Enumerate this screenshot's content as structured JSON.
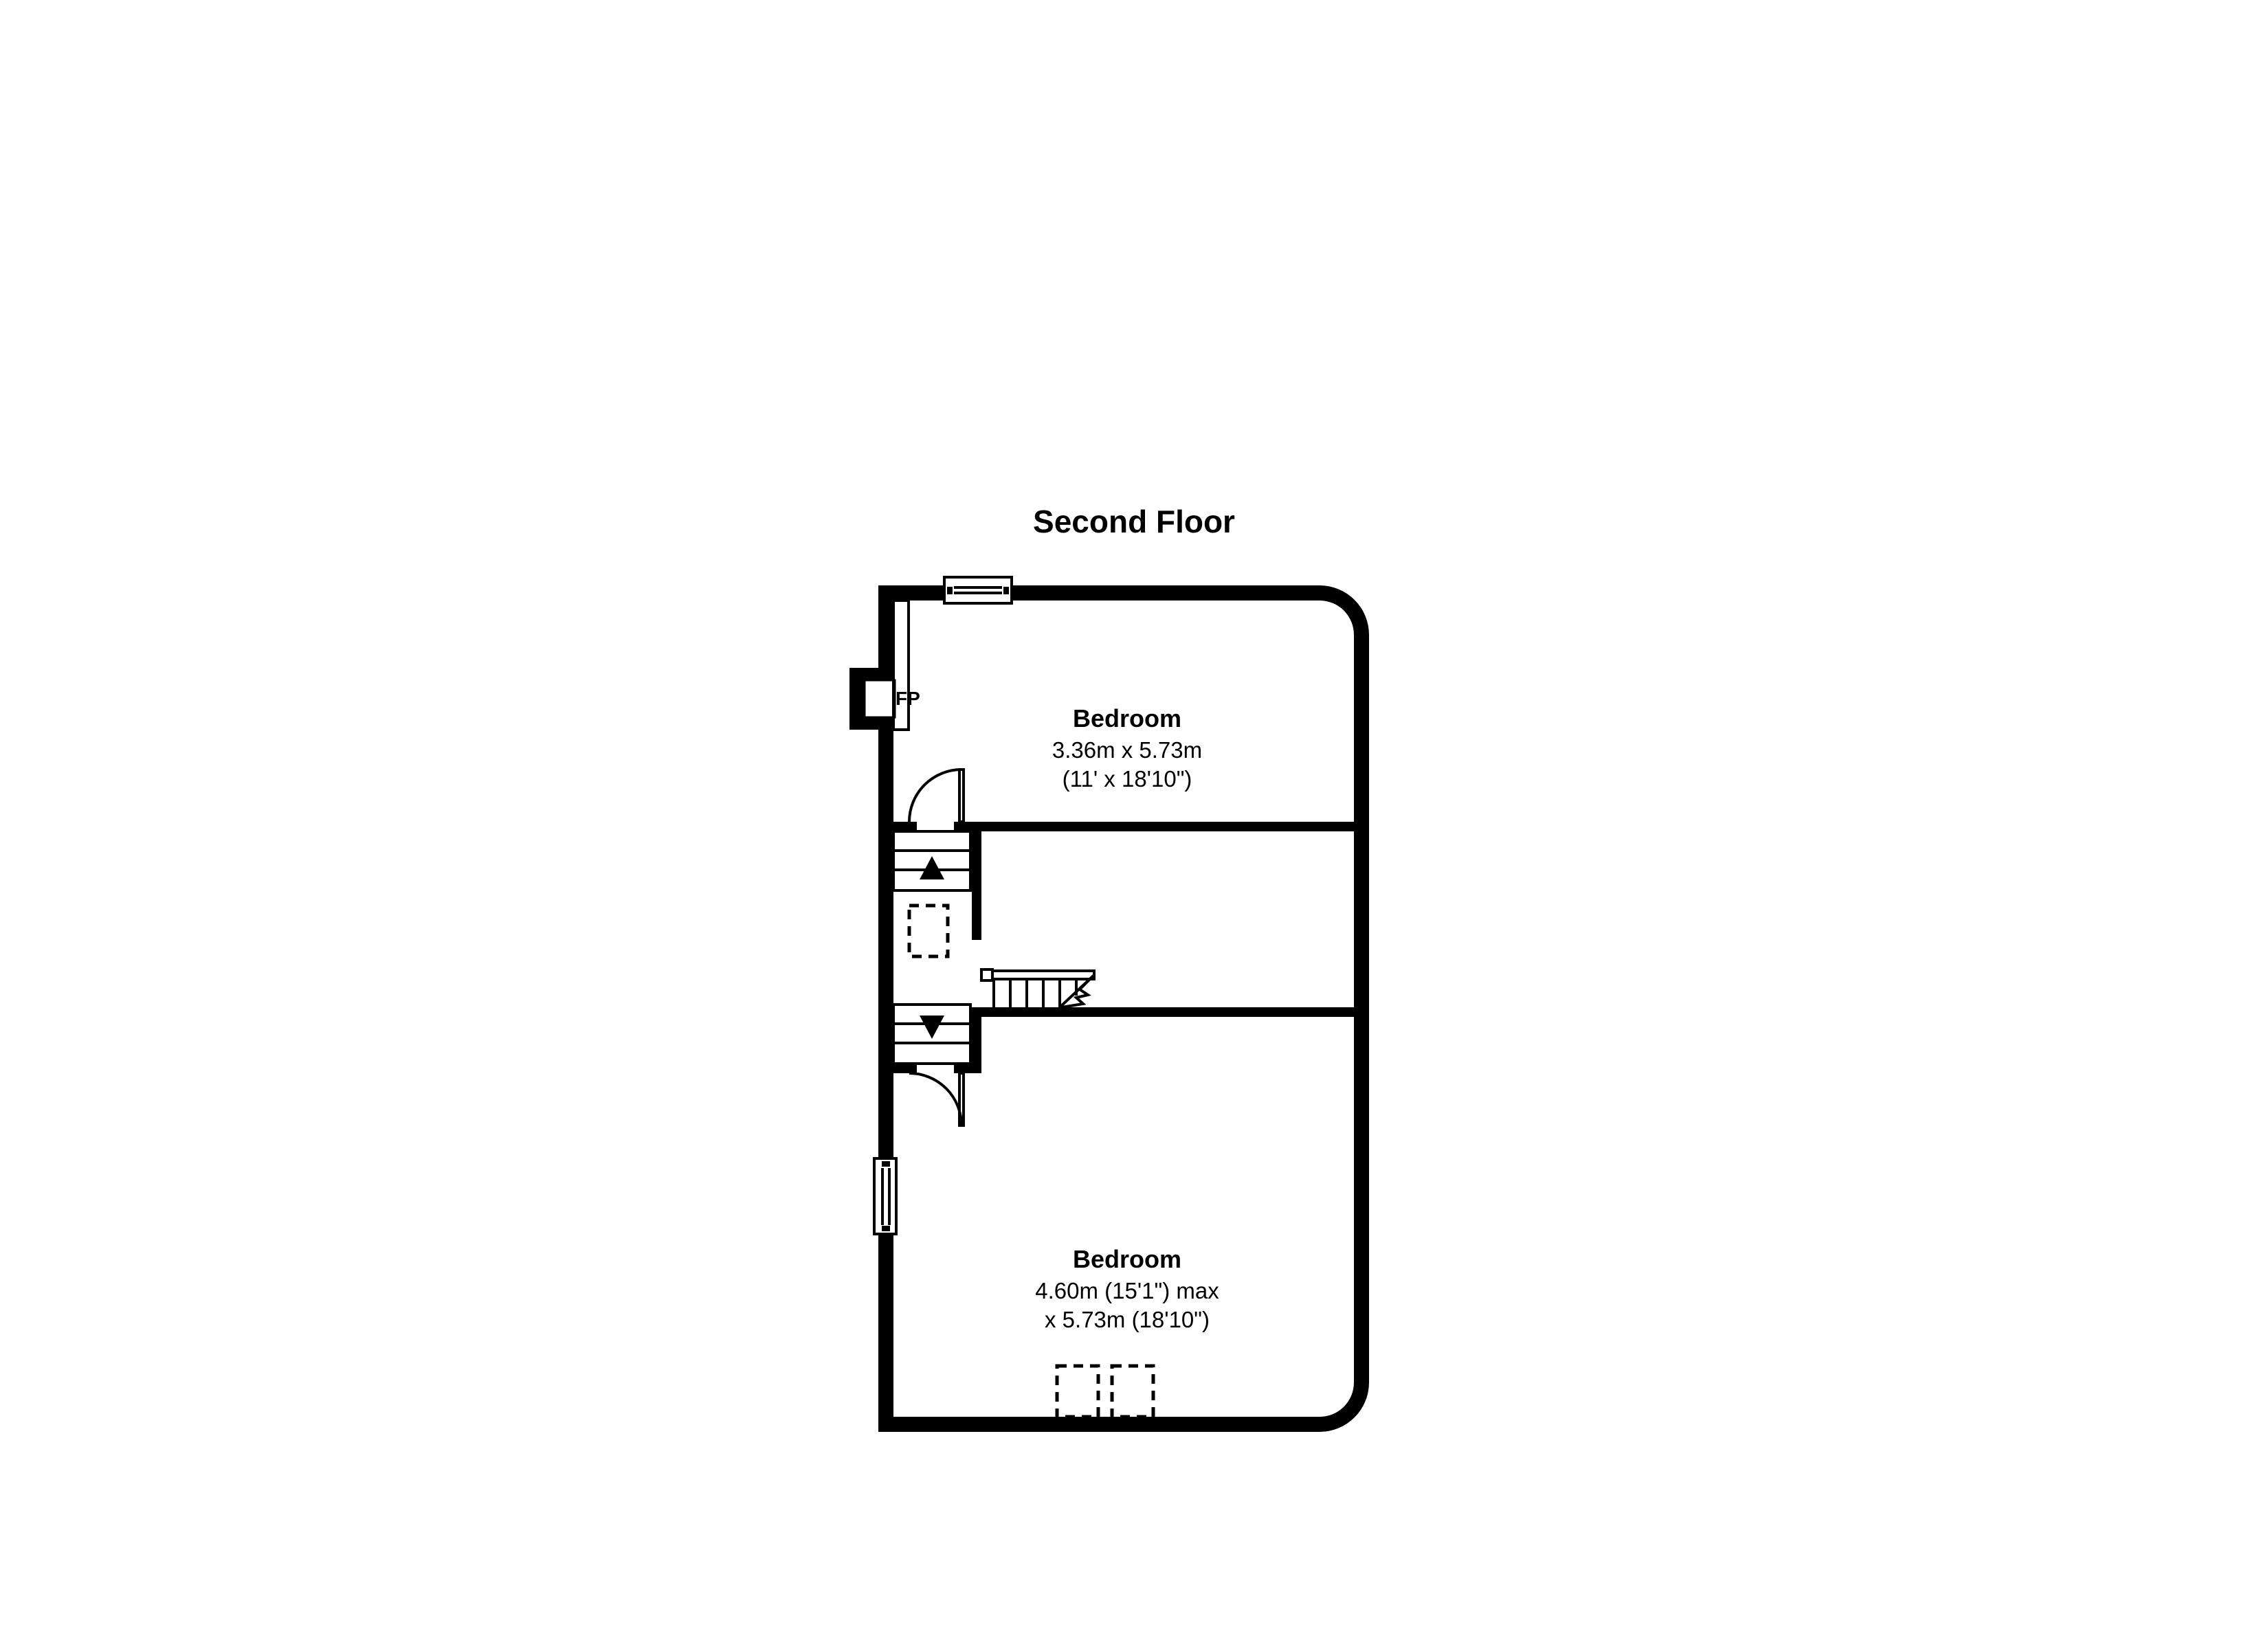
{
  "plan": {
    "title": "Second Floor",
    "stroke_color": "#000000",
    "background_color": "#ffffff"
  },
  "rooms": [
    {
      "name": "Bedroom",
      "dim_line_1": "3.36m x 5.73m",
      "dim_line_2": "(11' x 18'10\")"
    },
    {
      "name": "Bedroom",
      "dim_line_1": "4.60m (15'1\") max",
      "dim_line_2": "x 5.73m (18'10\")"
    }
  ],
  "features": {
    "fireplace_label": "FP",
    "stair_up_marker": "up-arrow",
    "stair_down_marker": "down-arrow",
    "windows": [
      "top-wall-window",
      "left-wall-window"
    ],
    "doors": [
      "upper-bedroom-door",
      "lower-bedroom-door"
    ],
    "dashed_outlines": [
      "landing-hatch",
      "bottom-recess-left",
      "bottom-recess-right"
    ]
  }
}
